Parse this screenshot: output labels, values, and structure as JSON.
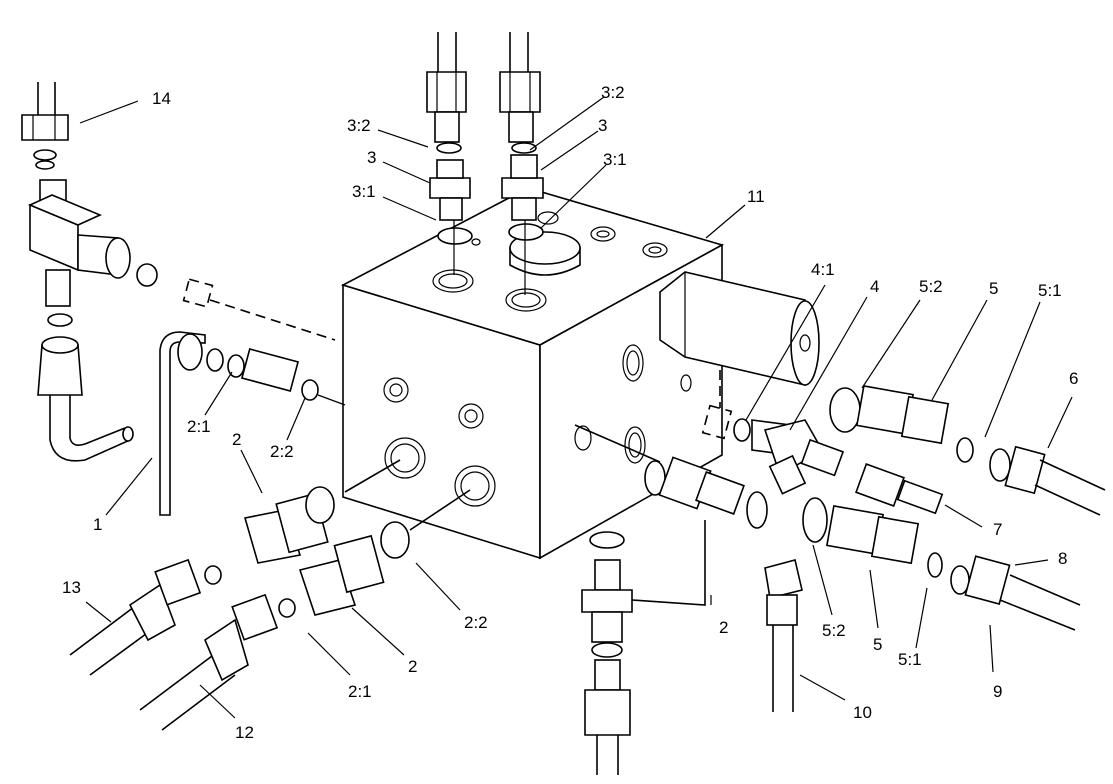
{
  "labels": {
    "l14": "14",
    "l3_2_left": "3:2",
    "l3_left": "3",
    "l3_1_left": "3:1",
    "l3_2_right": "3:2",
    "l3_right": "3",
    "l3_1_right": "3:1",
    "l11": "11",
    "l4_1": "4:1",
    "l4": "4",
    "l5_2_top": "5:2",
    "l5_top": "5",
    "l5_1_top": "5:1",
    "l6": "6",
    "l2_1_upper": "2:1",
    "l2_upper": "2",
    "l2_2_upper": "2:2",
    "l1": "1",
    "l7": "7",
    "l8": "8",
    "l13": "13",
    "l2_2_lower": "2:2",
    "l2_center": "2",
    "l5_2_lower": "5:2",
    "l5_lower": "5",
    "l5_1_lower": "5:1",
    "l9": "9",
    "l2_lower": "2",
    "l2_1_lower": "2:1",
    "l10": "10",
    "l12": "12"
  }
}
